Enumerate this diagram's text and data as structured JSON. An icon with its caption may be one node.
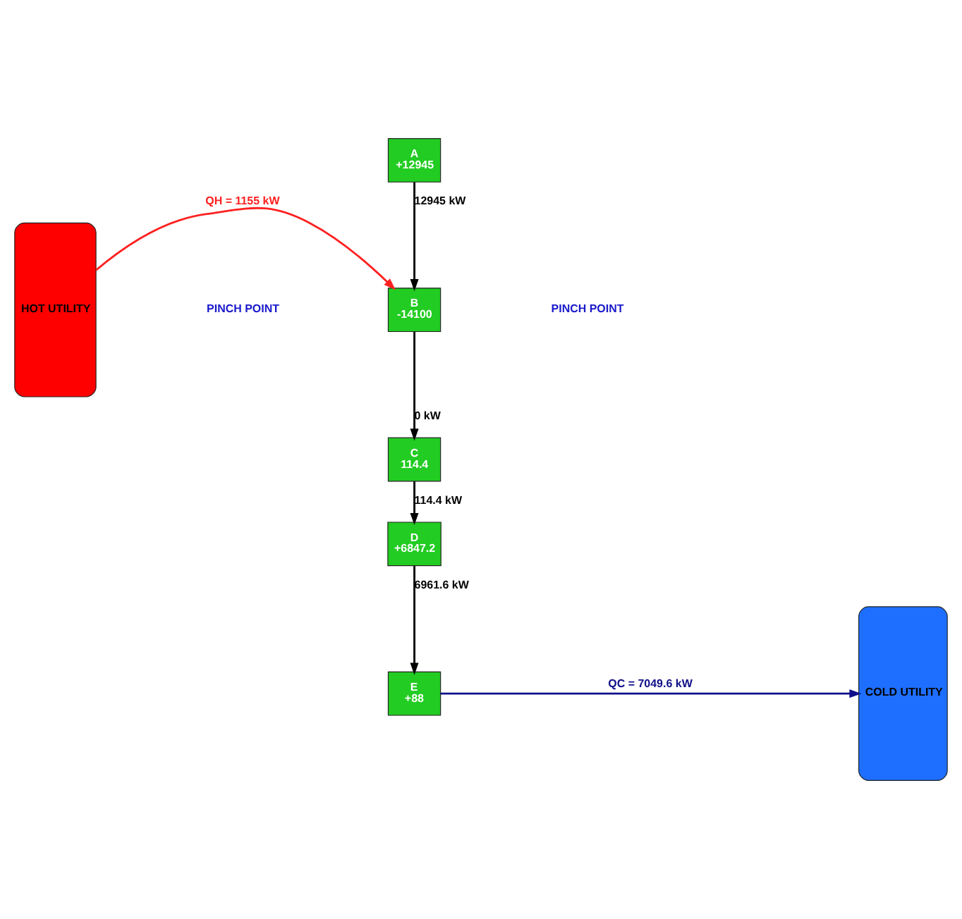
{
  "diagram": {
    "nodes": [
      {
        "text": [
          "HOT UTILITY"
        ]
      },
      {
        "text": [
          "A",
          "+12945"
        ]
      },
      {
        "text": [
          "B",
          "-14100"
        ]
      },
      {
        "text": [
          "C",
          "114.4"
        ]
      },
      {
        "text": [
          "D",
          "+6847.2"
        ]
      },
      {
        "text": [
          "E",
          "+88"
        ]
      },
      {
        "text": [
          "COLD UTILITY"
        ]
      }
    ],
    "edges": [
      {
        "from": 1,
        "to": 2,
        "arrow": "to",
        "label": "12945 kW"
      },
      {
        "from": 0,
        "to": 2,
        "arrow": "to",
        "label": "QH = 1155 kW",
        "color": "#ff2020"
      },
      {
        "from": 2,
        "to": 3,
        "arrow": "to",
        "label": "0 kW"
      },
      {
        "from": 3,
        "to": 4,
        "arrow": "to",
        "label": "114.4 kW"
      },
      {
        "from": 4,
        "to": 5,
        "arrow": "to",
        "label": "6961.6 kW"
      },
      {
        "from": 5,
        "to": 6,
        "arrow": "to",
        "label": "QC = 7049.6 kW",
        "color": "#10108a"
      }
    ],
    "labels": [
      "PINCH POINT",
      "PINCH POINT"
    ]
  }
}
